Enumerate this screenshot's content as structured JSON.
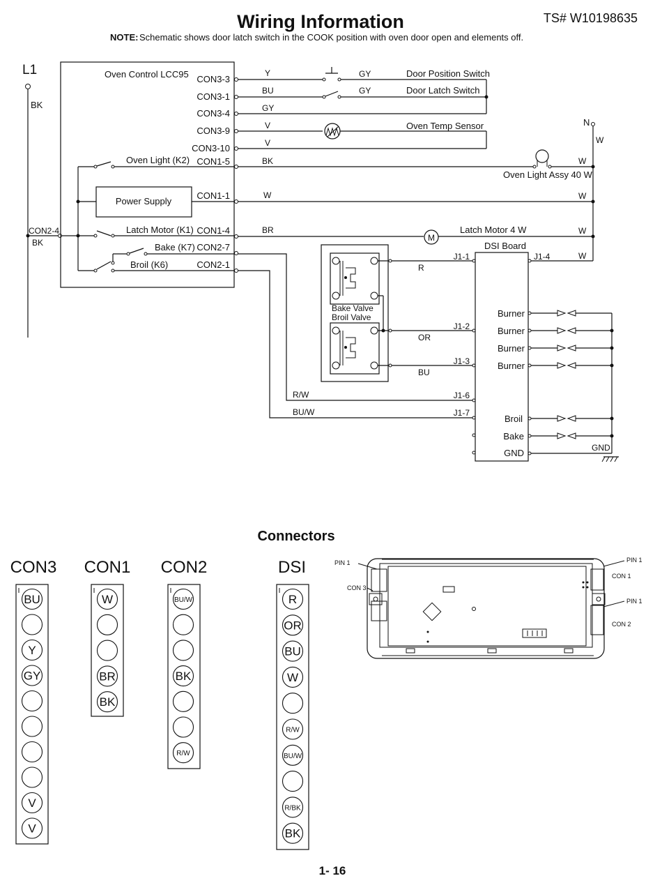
{
  "header": {
    "title": "Wiring Information",
    "ts_number": "TS# W10198635",
    "note_label": "NOTE:",
    "note_text": "Schematic shows door latch switch in the COOK position with oven door open and elements off."
  },
  "schematic": {
    "l1": "L1",
    "l1_wire": "BK",
    "n": "N",
    "n_wire": "W",
    "control_label": "Oven Control LCC95",
    "con2_4": "CON2-4",
    "con2_4_wire": "BK",
    "pins": [
      {
        "pin": "CON3-3",
        "wire": "Y"
      },
      {
        "pin": "CON3-1",
        "wire": "BU"
      },
      {
        "pin": "CON3-4",
        "wire": "GY"
      },
      {
        "pin": "CON3-9",
        "wire": "V"
      },
      {
        "pin": "CON3-10",
        "wire": "V"
      },
      {
        "pin": "CON1-5",
        "wire": "BK"
      },
      {
        "pin": "CON1-1",
        "wire": "W"
      },
      {
        "pin": "CON1-4",
        "wire": "BR"
      },
      {
        "pin": "CON2-7",
        "wire": "R/W"
      },
      {
        "pin": "CON2-1",
        "wire": "BU/W"
      }
    ],
    "door_position_switch": {
      "label": "Door Position Switch",
      "wire": "GY"
    },
    "door_latch_switch": {
      "label": "Door Latch Switch",
      "wire": "GY"
    },
    "oven_temp_sensor": "Oven Temp Sensor",
    "oven_light_relay": "Oven Light (K2)",
    "oven_light_assy": "Oven Light Assy 40 W",
    "power_supply": "Power Supply",
    "latch_motor_relay": "Latch Motor (K1)",
    "latch_motor": "Latch Motor 4 W",
    "bake_relay": "Bake (K7)",
    "broil_relay": "Broil (K6)",
    "m_symbol": "M",
    "neutral_w": "W",
    "dsi_board": "DSI Board",
    "dsi_j1_1": "J1-1",
    "dsi_j1_2": "J1-2",
    "dsi_j1_3": "J1-3",
    "dsi_j1_4": "J1-4",
    "dsi_j1_6": "J1-6",
    "dsi_j1_7": "J1-7",
    "wire_r": "R",
    "wire_or": "OR",
    "wire_bu": "BU",
    "wire_rw": "R/W",
    "wire_buw": "BU/W",
    "bake_valve": "Bake Valve",
    "broil_valve": "Broil Valve",
    "burner_labels": [
      "Burner",
      "Burner",
      "Burner",
      "Burner"
    ],
    "broil_label": "Broil",
    "bake_label": "Bake",
    "gnd_label": "GND",
    "gnd_right": "GND"
  },
  "connectors": {
    "heading": "Connectors",
    "con3": {
      "name": "CON3",
      "pins": [
        "BU",
        "",
        "Y",
        "GY",
        "",
        "",
        "",
        "",
        "V",
        "V"
      ]
    },
    "con1": {
      "name": "CON1",
      "pins": [
        "W",
        "",
        "",
        "BR",
        "BK"
      ]
    },
    "con2": {
      "name": "CON2",
      "pins": [
        "BU/W",
        "",
        "",
        "BK",
        "",
        "",
        "R/W"
      ]
    },
    "dsi": {
      "name": "DSI",
      "pins": [
        "R",
        "OR",
        "BU",
        "W",
        "",
        "R/W",
        "BU/W",
        "",
        "R/BK",
        "BK"
      ]
    },
    "board_labels": {
      "pin1_left": "PIN 1",
      "con3": "CON 3",
      "pin1_right_top": "PIN 1",
      "con1": "CON 1",
      "pin1_right_mid": "PIN 1",
      "con2": "CON 2"
    }
  },
  "footer": {
    "page_number": "1- 16"
  }
}
